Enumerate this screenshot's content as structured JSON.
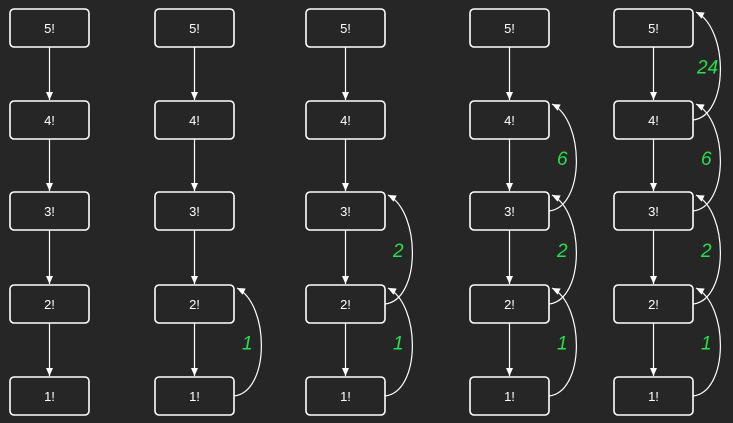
{
  "diagram": {
    "columns": [
      {
        "nodes": [
          "5!",
          "4!",
          "3!",
          "2!",
          "1!"
        ],
        "returns": []
      },
      {
        "nodes": [
          "5!",
          "4!",
          "3!",
          "2!",
          "1!"
        ],
        "returns": [
          {
            "from": 4,
            "to": 3,
            "value": "1"
          }
        ]
      },
      {
        "nodes": [
          "5!",
          "4!",
          "3!",
          "2!",
          "1!"
        ],
        "returns": [
          {
            "from": 4,
            "to": 3,
            "value": "1"
          },
          {
            "from": 3,
            "to": 2,
            "value": "2"
          }
        ]
      },
      {
        "nodes": [
          "5!",
          "4!",
          "3!",
          "2!",
          "1!"
        ],
        "returns": [
          {
            "from": 4,
            "to": 3,
            "value": "1"
          },
          {
            "from": 3,
            "to": 2,
            "value": "2"
          },
          {
            "from": 2,
            "to": 1,
            "value": "6"
          }
        ]
      },
      {
        "nodes": [
          "5!",
          "4!",
          "3!",
          "2!",
          "1!"
        ],
        "returns": [
          {
            "from": 4,
            "to": 3,
            "value": "1"
          },
          {
            "from": 3,
            "to": 2,
            "value": "2"
          },
          {
            "from": 2,
            "to": 1,
            "value": "6"
          },
          {
            "from": 1,
            "to": 0,
            "value": "24"
          }
        ]
      }
    ],
    "colors": {
      "background": "#262626",
      "stroke": "#ffffff",
      "text": "#ffffff",
      "return_value": "#22e34a"
    }
  }
}
